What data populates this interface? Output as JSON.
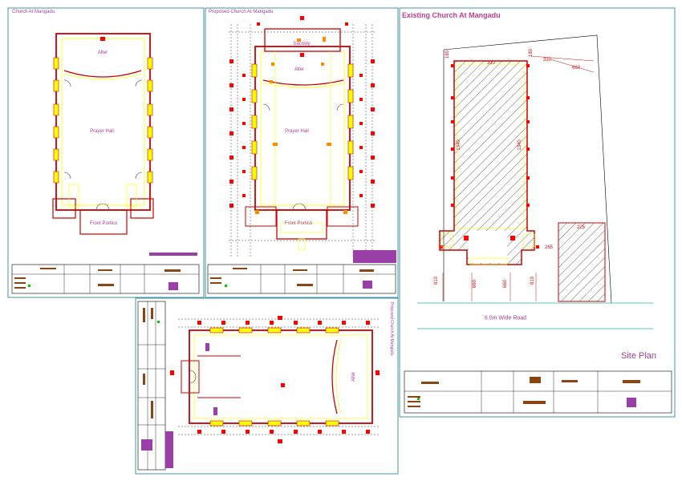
{
  "panels": {
    "church_at_mangadu": {
      "title": "Church At Mangadu",
      "rooms": {
        "altar": "Alter",
        "prayer_hall": "Prayer Hall",
        "portico": "Front Portico"
      }
    },
    "proposed_church": {
      "title": "Proposed Church At Mangadu",
      "rooms": {
        "sacristy": "Sacristy",
        "altar": "Alter",
        "prayer_hall": "Prayer Hall",
        "portico": "Front Portico"
      }
    },
    "existing_church": {
      "title": "Existing Church At Mangadu",
      "dimensions": {
        "top_left": "180",
        "top_mid": "310",
        "top_right": "180",
        "offset_a": "330",
        "offset_b": "660",
        "side_left": "810",
        "side_mid_a": "660",
        "side_mid_b": "660",
        "side_right": "810",
        "hall_side": "1340",
        "small_a": "265",
        "small_b": "225"
      },
      "road_label": "6.0m Wide Road",
      "site_plan_label": "Site Plan"
    },
    "rotated_plan": {
      "altar": "Alter",
      "side_caption": "Proposed Church At Mangadu"
    }
  },
  "colors": {
    "wall": "#cc0000",
    "column": "#ff0000",
    "glazing": "#ffff00",
    "door": "#444444",
    "frame": "#1a7a8a",
    "title_block": "#000000",
    "logo": "#8b4513",
    "accent_bar": "#9b3fa8",
    "orange": "#ff8c00",
    "road": "#20b2aa"
  }
}
